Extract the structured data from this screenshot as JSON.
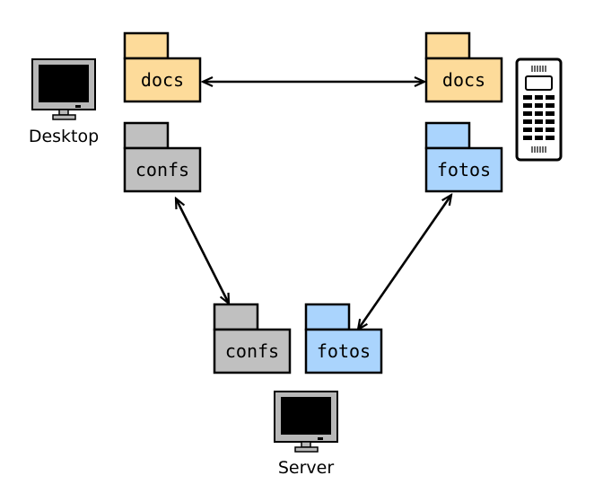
{
  "colors": {
    "docs": "#fddb9a",
    "confs": "#c0c0c0",
    "fotos": "#aad4fd",
    "stroke": "#000000",
    "screen": "#000000",
    "monitor_body": "#b8b8b8"
  },
  "devices": {
    "desktop": {
      "label": "Desktop",
      "icon": "desktop-monitor-icon"
    },
    "server": {
      "label": "Server",
      "icon": "server-monitor-icon"
    },
    "phone": {
      "icon": "mobile-phone-icon"
    }
  },
  "folders": {
    "desktop_docs": {
      "label": "docs",
      "type": "docs"
    },
    "desktop_confs": {
      "label": "confs",
      "type": "confs"
    },
    "phone_docs": {
      "label": "docs",
      "type": "docs"
    },
    "phone_fotos": {
      "label": "fotos",
      "type": "fotos"
    },
    "server_confs": {
      "label": "confs",
      "type": "confs"
    },
    "server_fotos": {
      "label": "fotos",
      "type": "fotos"
    }
  },
  "sync_links": [
    {
      "from": "desktop_docs",
      "to": "phone_docs",
      "bidirectional": true
    },
    {
      "from": "desktop_confs",
      "to": "server_confs",
      "bidirectional": true
    },
    {
      "from": "phone_fotos",
      "to": "server_fotos",
      "bidirectional": true
    }
  ]
}
